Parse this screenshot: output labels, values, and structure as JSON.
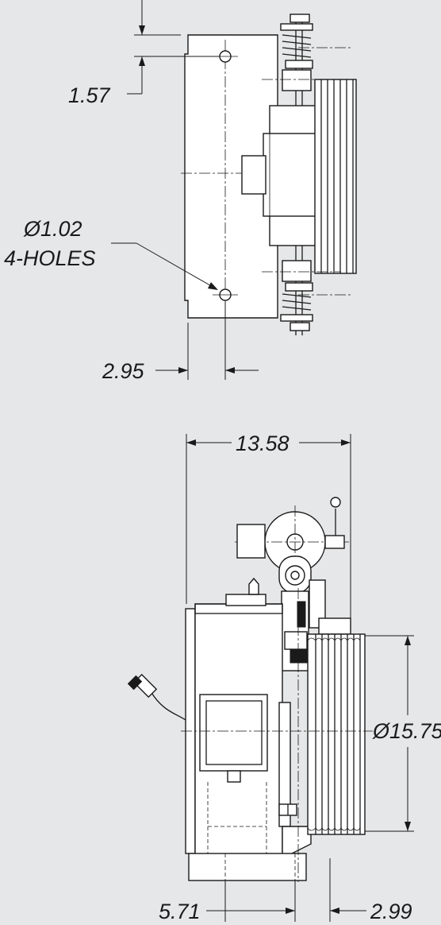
{
  "top_view": {
    "dim_hole_offset": "1.57",
    "hole_callout_size": "Ø1.02",
    "hole_callout_count": "4-HOLES",
    "dim_hole_inset": "2.95"
  },
  "side_view": {
    "dim_overall_depth": "13.58",
    "dim_sheave_diameter": "Ø15.75",
    "dim_mount_width": "5.71",
    "dim_sheave_offset": "2.99"
  }
}
